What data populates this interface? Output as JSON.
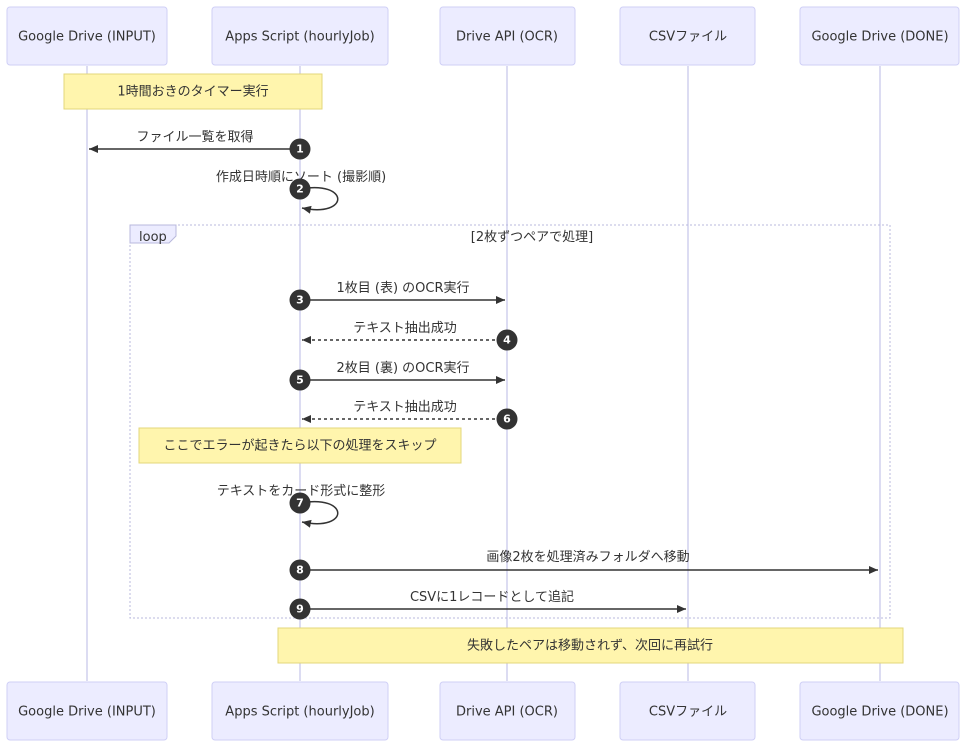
{
  "participants": [
    {
      "id": "input",
      "label": "Google Drive (INPUT)"
    },
    {
      "id": "gas",
      "label": "Apps Script (hourlyJob)"
    },
    {
      "id": "ocr",
      "label": "Drive API (OCR)"
    },
    {
      "id": "csv",
      "label": "CSVファイル"
    },
    {
      "id": "done",
      "label": "Google Drive (DONE)"
    }
  ],
  "notes": [
    {
      "id": "timer",
      "text": "1時間おきのタイマー実行"
    },
    {
      "id": "skip",
      "text": "ここでエラーが起きたら以下の処理をスキップ"
    },
    {
      "id": "retry",
      "text": "失敗したペアは移動されず、次回に再試行"
    }
  ],
  "loop": {
    "label": "loop",
    "title": "[2枚ずつペアで処理]"
  },
  "messages": [
    {
      "num": "1",
      "text": "ファイル一覧を取得",
      "from": "gas",
      "to": "input",
      "style": "solid"
    },
    {
      "num": "2",
      "text": "作成日時順にソート (撮影順)",
      "from": "gas",
      "to": "gas",
      "style": "self"
    },
    {
      "num": "3",
      "text": "1枚目 (表) のOCR実行",
      "from": "gas",
      "to": "ocr",
      "style": "solid"
    },
    {
      "num": "4",
      "text": "テキスト抽出成功",
      "from": "ocr",
      "to": "gas",
      "style": "dashed"
    },
    {
      "num": "5",
      "text": "2枚目 (裏) のOCR実行",
      "from": "gas",
      "to": "ocr",
      "style": "solid"
    },
    {
      "num": "6",
      "text": "テキスト抽出成功",
      "from": "ocr",
      "to": "gas",
      "style": "dashed"
    },
    {
      "num": "7",
      "text": "テキストをカード形式に整形",
      "from": "gas",
      "to": "gas",
      "style": "self"
    },
    {
      "num": "8",
      "text": "画像2枚を処理済みフォルダへ移動",
      "from": "gas",
      "to": "done",
      "style": "solid"
    },
    {
      "num": "9",
      "text": "CSVに1レコードとして追記",
      "from": "gas",
      "to": "csv",
      "style": "solid"
    }
  ]
}
